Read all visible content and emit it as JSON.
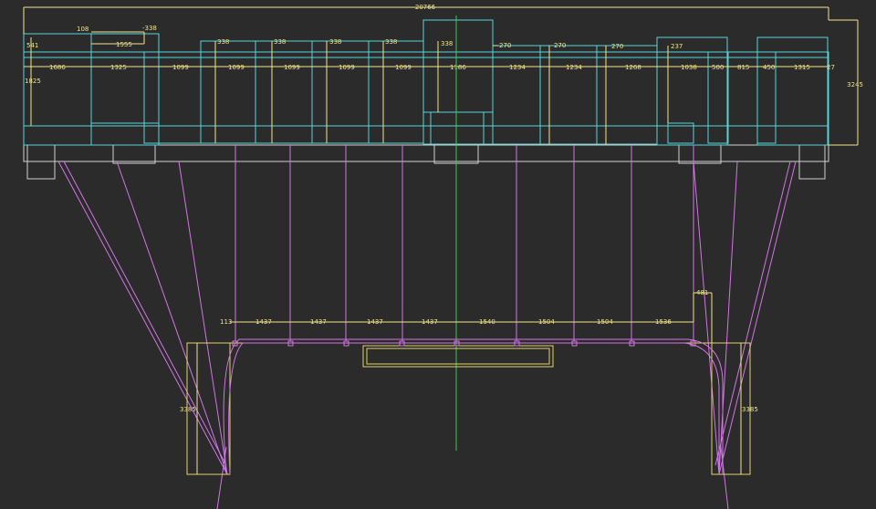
{
  "colors": {
    "background": "#2b2b2b",
    "dimension": "#f0e48a",
    "cabinet": "#57d6d8",
    "bay": "#cfd0cf",
    "ray": "#d474e6",
    "center_axis": "#3ec94a",
    "stage": "#e3d36a"
  },
  "top": {
    "overall_width": "20766",
    "overall_height": "3245",
    "height_left": "1825",
    "top_offsets": [
      "541",
      "108",
      "1555",
      "-338",
      "338",
      "338",
      "338",
      "338",
      "338",
      "270",
      "270",
      "270",
      "237"
    ],
    "segments": [
      "1686",
      "1325",
      "1099",
      "1099",
      "1099",
      "1099",
      "1099",
      "1186",
      "1234",
      "1234",
      "1268",
      "1038",
      "500",
      "815",
      "450",
      "1315",
      "27"
    ]
  },
  "bottom": {
    "spans": [
      "113",
      "1437",
      "1437",
      "1437",
      "1437",
      "1540",
      "1504",
      "1504",
      "1536"
    ],
    "offset_right": "481",
    "side_left": "3385",
    "side_right": "3385"
  }
}
